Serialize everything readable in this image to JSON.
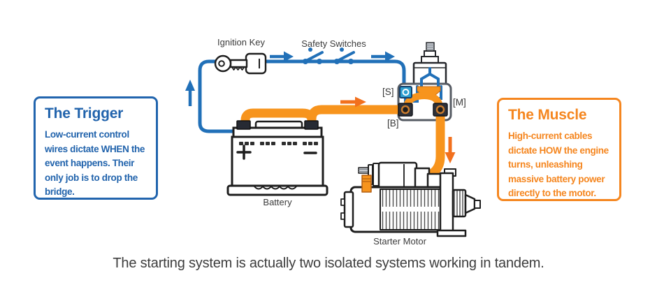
{
  "labels": {
    "ignition_key": "Ignition Key",
    "safety_switches": "Safety Switches",
    "battery": "Battery",
    "starter_motor": "Starter Motor",
    "terminal_s": "[S]",
    "terminal_b": "[B]",
    "terminal_m": "[M]"
  },
  "boxes": {
    "trigger": {
      "title": "The Trigger",
      "body": "Low-current control wires dictate WHEN the event happens. Their only job is to drop the bridge."
    },
    "muscle": {
      "title": "The Muscle",
      "body": "High-current cables dictate HOW the engine turns, unleashing massive battery power directly to the motor."
    }
  },
  "caption": "The starting system is actually two isolated systems working in tandem.",
  "icons": {
    "ignition-key-icon": "car key",
    "safety-switch-icon": "open switch symbol (x2)",
    "battery-illustration": "12V car battery with + and - terminals",
    "solenoid-illustration": "starter solenoid with plunger and S/B/M terminals",
    "starter-motor-illustration": "starter motor with windings and pinion gear",
    "flow-arrow": "current direction arrow"
  },
  "colors": {
    "control_wire_blue": "#2170B8",
    "trigger_box_blue": "#2265AE",
    "power_cable_orange": "#F7941D",
    "flow_arrow_orange": "#F2701D",
    "muscle_box_orange": "#F5861F",
    "outline": "#1E1E1E",
    "label_text": "#3B3B3B",
    "caption_text": "#3D3D3D"
  }
}
